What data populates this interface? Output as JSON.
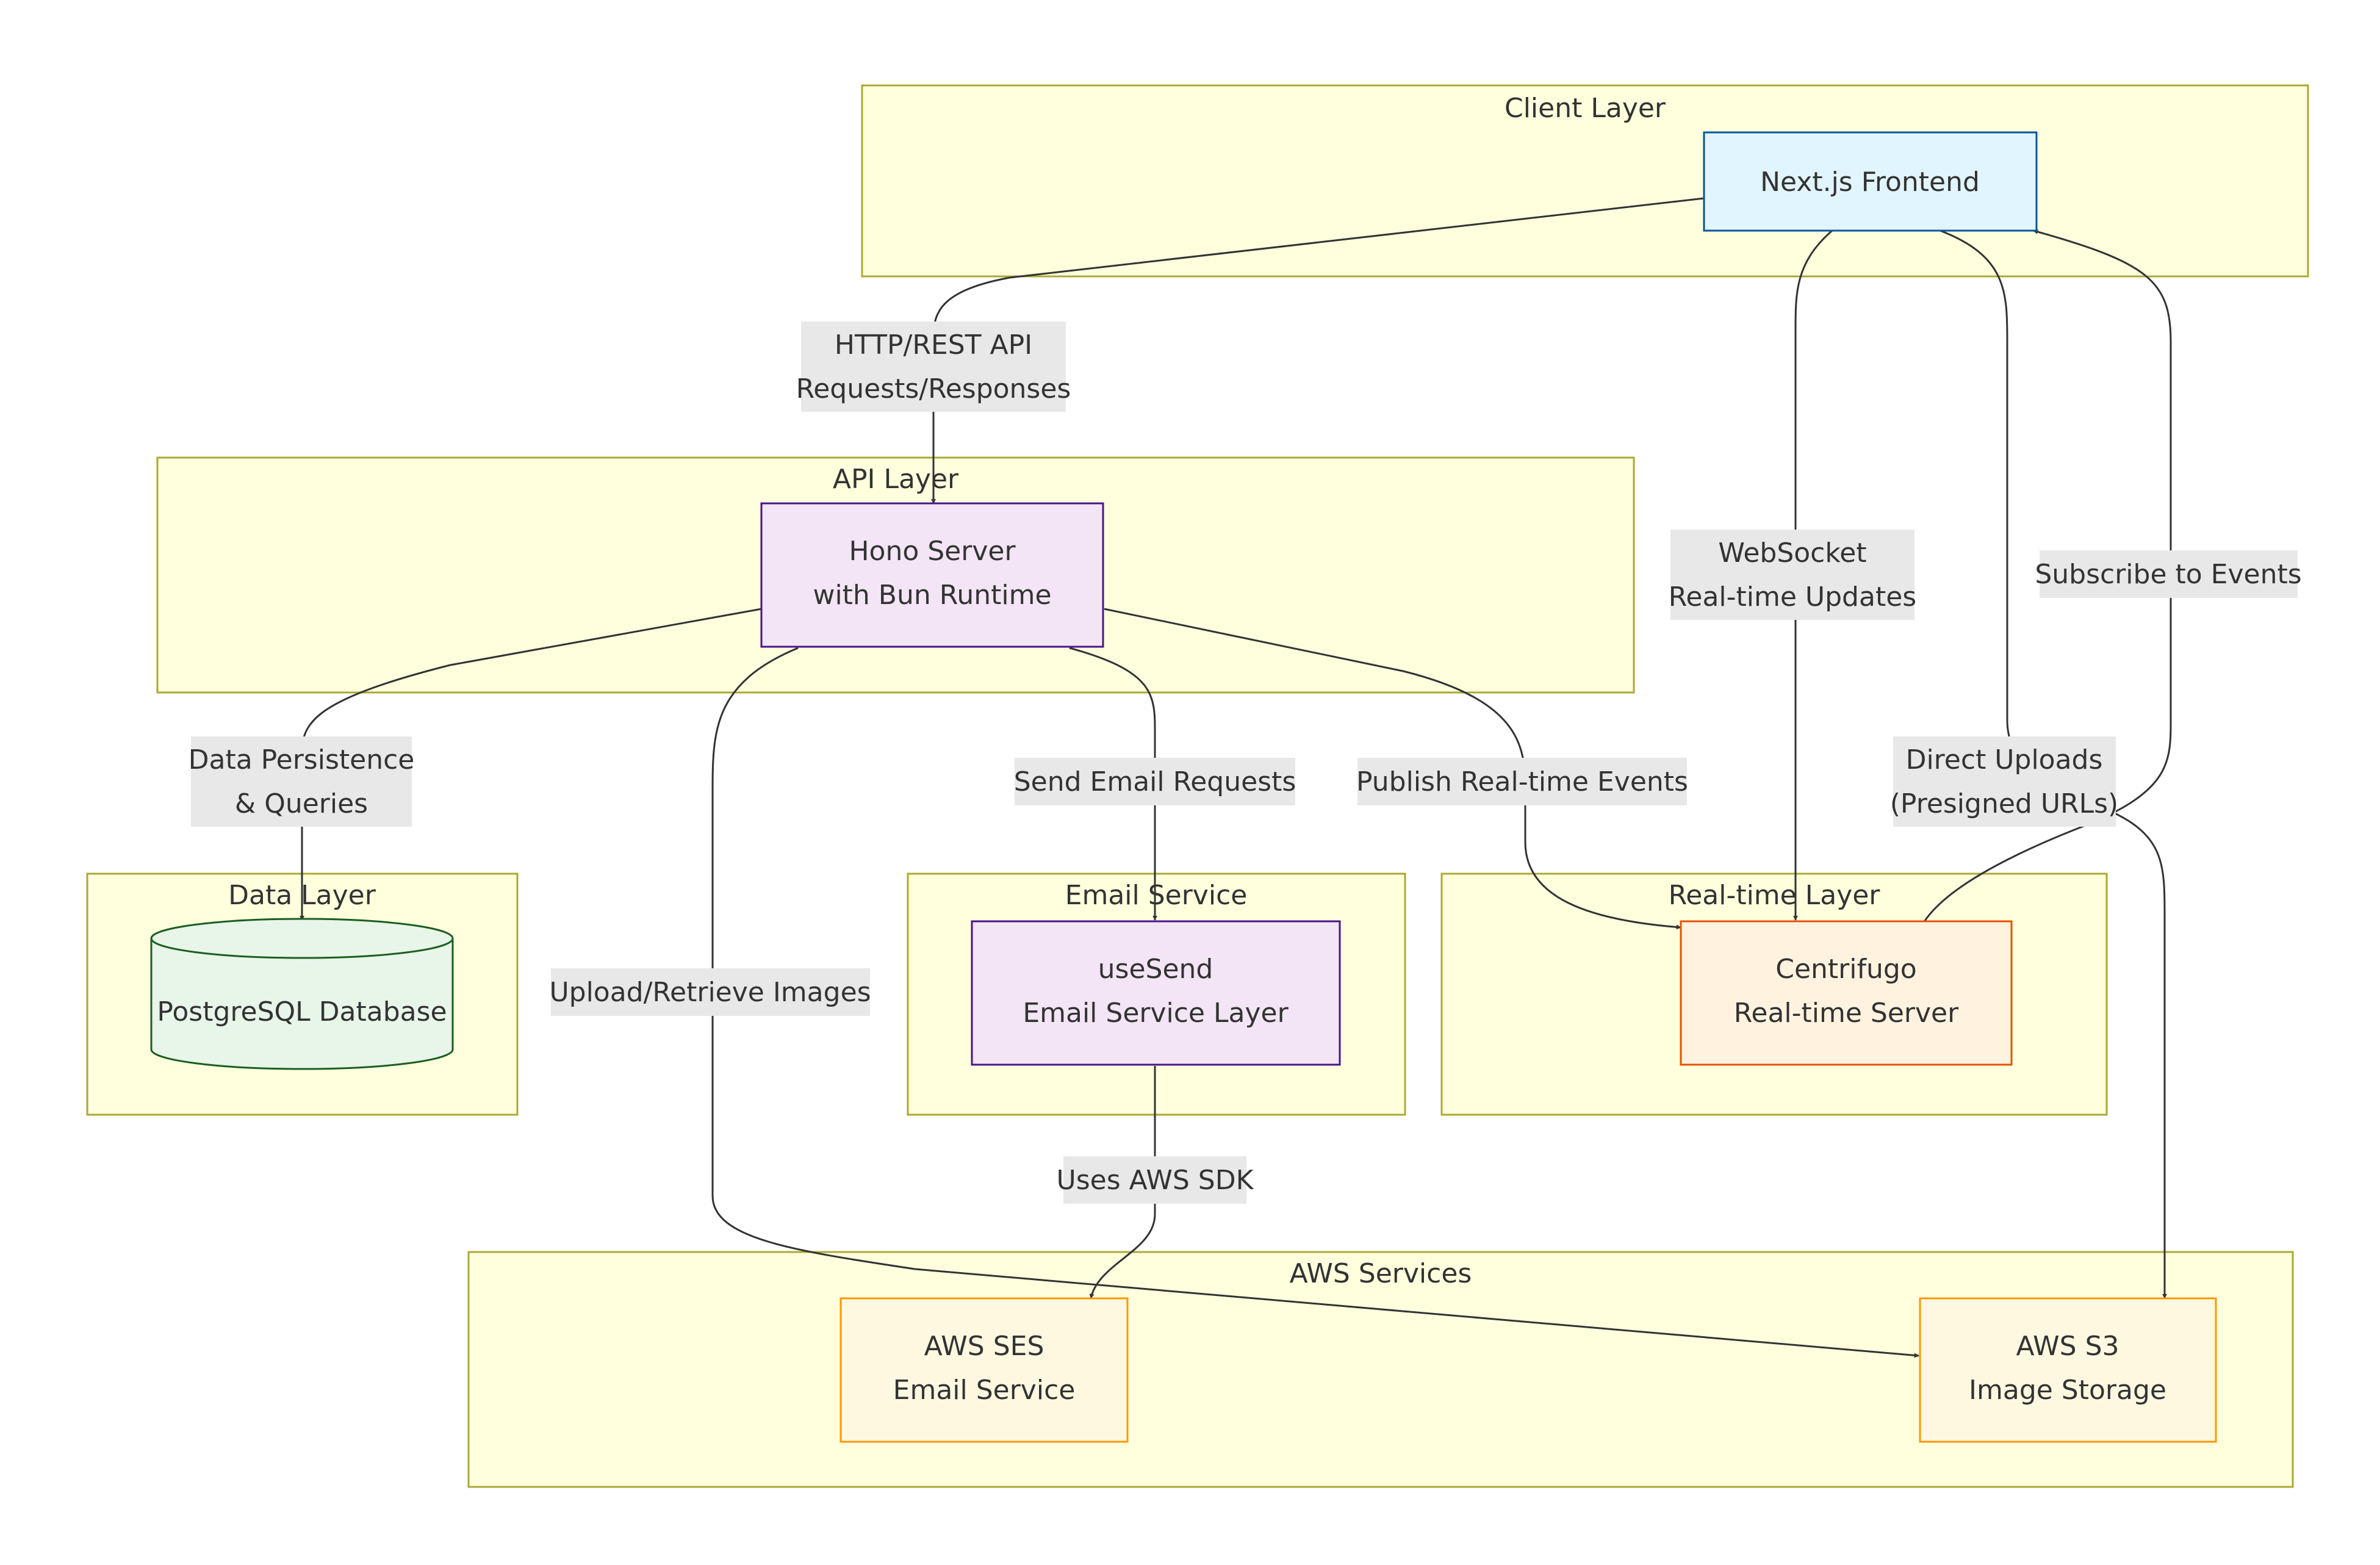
{
  "clusters": {
    "client": "Client Layer",
    "api": "API Layer",
    "data": "Data Layer",
    "email": "Email Service",
    "realtime": "Real-time Layer",
    "aws": "AWS Services"
  },
  "nodes": {
    "frontend": {
      "line1": "Next.js Frontend"
    },
    "hono": {
      "line1": "Hono Server",
      "line2": "with Bun Runtime"
    },
    "postgres": {
      "line1": "PostgreSQL Database"
    },
    "usesend": {
      "line1": "useSend",
      "line2": "Email Service Layer"
    },
    "centrifugo": {
      "line1": "Centrifugo",
      "line2": "Real-time Server"
    },
    "ses": {
      "line1": "AWS SES",
      "line2": "Email Service"
    },
    "s3": {
      "line1": "AWS S3",
      "line2": "Image Storage"
    }
  },
  "edges": {
    "http": {
      "line1": "HTTP/REST API",
      "line2": "Requests/Responses"
    },
    "data": {
      "line1": "Data Persistence",
      "line2": "& Queries"
    },
    "upload": {
      "line1": "Upload/Retrieve Images"
    },
    "email": {
      "line1": "Send Email Requests"
    },
    "publish": {
      "line1": "Publish Real-time Events"
    },
    "websocket": {
      "line1": "WebSocket",
      "line2": "Real-time Updates"
    },
    "direct": {
      "line1": "Direct Uploads",
      "line2": "(Presigned URLs)"
    },
    "subscribe": {
      "line1": "Subscribe to Events"
    },
    "sdk": {
      "line1": "Uses AWS SDK"
    }
  },
  "colors": {
    "cluster_fill": "#ffffde",
    "cluster_stroke": "#aaaa33",
    "frontend_fill": "#e1f5fe",
    "frontend_stroke": "#01579b",
    "purple_fill": "#f3e5f5",
    "purple_stroke": "#4a148c",
    "db_fill": "#e8f5e9",
    "db_stroke": "#1b5e20",
    "centrifugo_fill": "#fff3e0",
    "centrifugo_stroke": "#e65100",
    "aws_fill": "#fff8e1",
    "aws_stroke": "#ff9800"
  }
}
